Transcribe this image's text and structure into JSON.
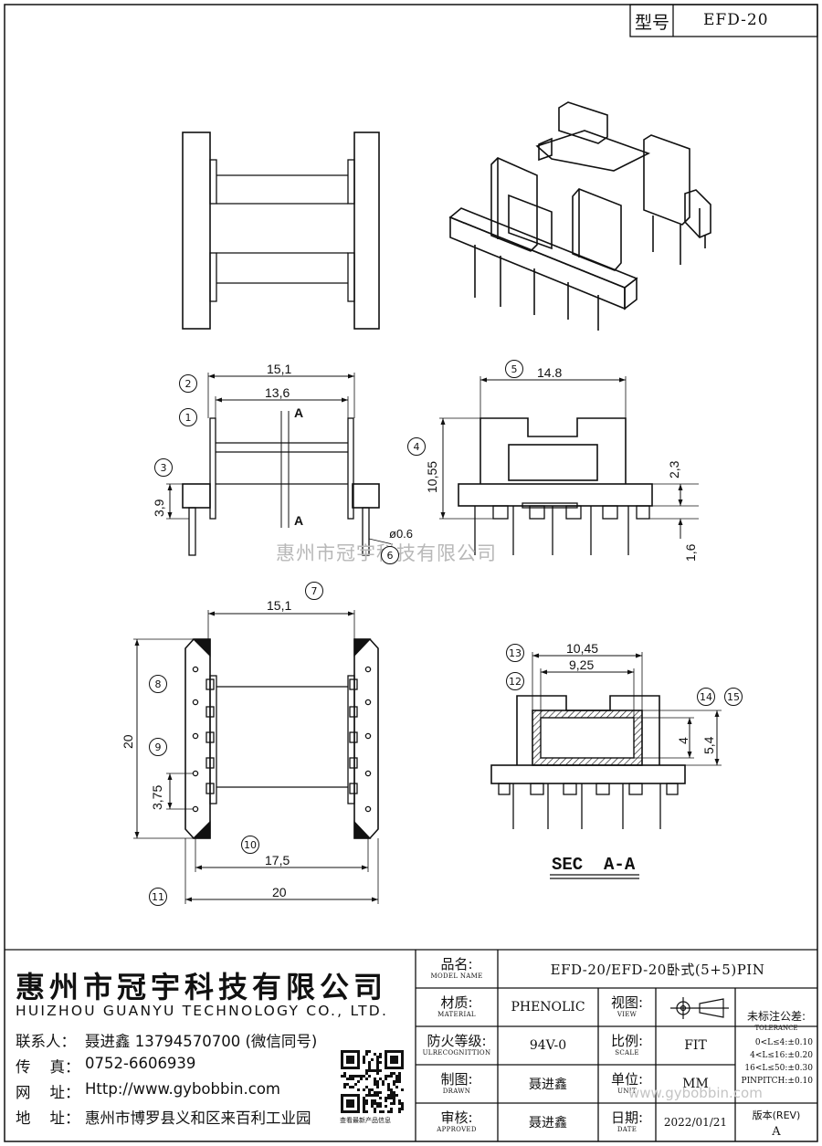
{
  "header": {
    "model_label": "型号",
    "model_value": "EFD-20"
  },
  "watermark": "惠州市冠宇科技有限公司",
  "dimensions": {
    "top_width_outer": "15,1",
    "top_width_inner": "13,6",
    "side_height_flange": "3,9",
    "section_mark": "A",
    "pin_dia": "ø0.6",
    "front_width": "14.8",
    "front_height": "10,55",
    "front_slot": "2,3",
    "front_pin": "1,6",
    "bottom_width": "15,1",
    "bottom_height": "20",
    "pin_pitch": "3,75",
    "bottom_span_inner": "17,5",
    "bottom_span_outer": "20",
    "sec_outer": "10,45",
    "sec_inner": "9,25",
    "sec_h_inner": "4",
    "sec_h_outer": "5,4",
    "sec_title": "SEC  A-A"
  },
  "callouts": [
    "1",
    "2",
    "3",
    "4",
    "5",
    "6",
    "7",
    "8",
    "9",
    "10",
    "11",
    "12",
    "13",
    "14",
    "15"
  ],
  "company": {
    "name_cn": "惠州市冠宇科技有限公司",
    "name_en": "HUIZHOU GUANYU TECHNOLOGY CO., LTD.",
    "contact_label": "联系人：",
    "contact_value": "聂进鑫  13794570700 (微信同号)",
    "fax_label": "传    真：",
    "fax_value": "0752-6606939",
    "web_label": "网    址：",
    "web_value": "Http://www.gybobbin.com",
    "addr_label": "地    址：",
    "addr_value": "惠州市博罗县义和区来百利工业园",
    "qr_caption": "查看最新产品信息"
  },
  "titleblock": {
    "name_label_cn": "品名:",
    "name_label_en": "MODEL NAME",
    "name_value": "EFD-20/EFD-20卧式(5+5)PIN",
    "material_label_cn": "材质:",
    "material_label_en": "MATERIAL",
    "material_value": "PHENOLIC",
    "view_label_cn": "视图:",
    "view_label_en": "VIEW",
    "tol_title_cn": "未标注公差:",
    "tol_title_en": "TOLERANCE",
    "tol_lines": [
      "0<L≤4:±0.10",
      "4<L≤16:±0.20",
      "16<L≤50:±0.30",
      "PINPITCH:±0.10"
    ],
    "fire_label_cn": "防火等级:",
    "fire_label_en": "ULRECOGNITTION",
    "fire_value": "94V-0",
    "scale_label_cn": "比例:",
    "scale_label_en": "SCALE",
    "scale_value": "FIT",
    "drawn_label_cn": "制图:",
    "drawn_label_en": "DRAWN",
    "drawn_value": "聂进鑫",
    "unit_label_cn": "单位:",
    "unit_label_en": "UNIT",
    "unit_value": "MM",
    "approved_label_cn": "审核:",
    "approved_label_en": "APPROVED",
    "approved_value": "聂进鑫",
    "date_label_cn": "日期:",
    "date_label_en": "DATE",
    "date_value": "2022/01/21",
    "rev_label": "版本(REV)",
    "rev_value": "A"
  },
  "watermark_url": "www.gybobbin.com"
}
